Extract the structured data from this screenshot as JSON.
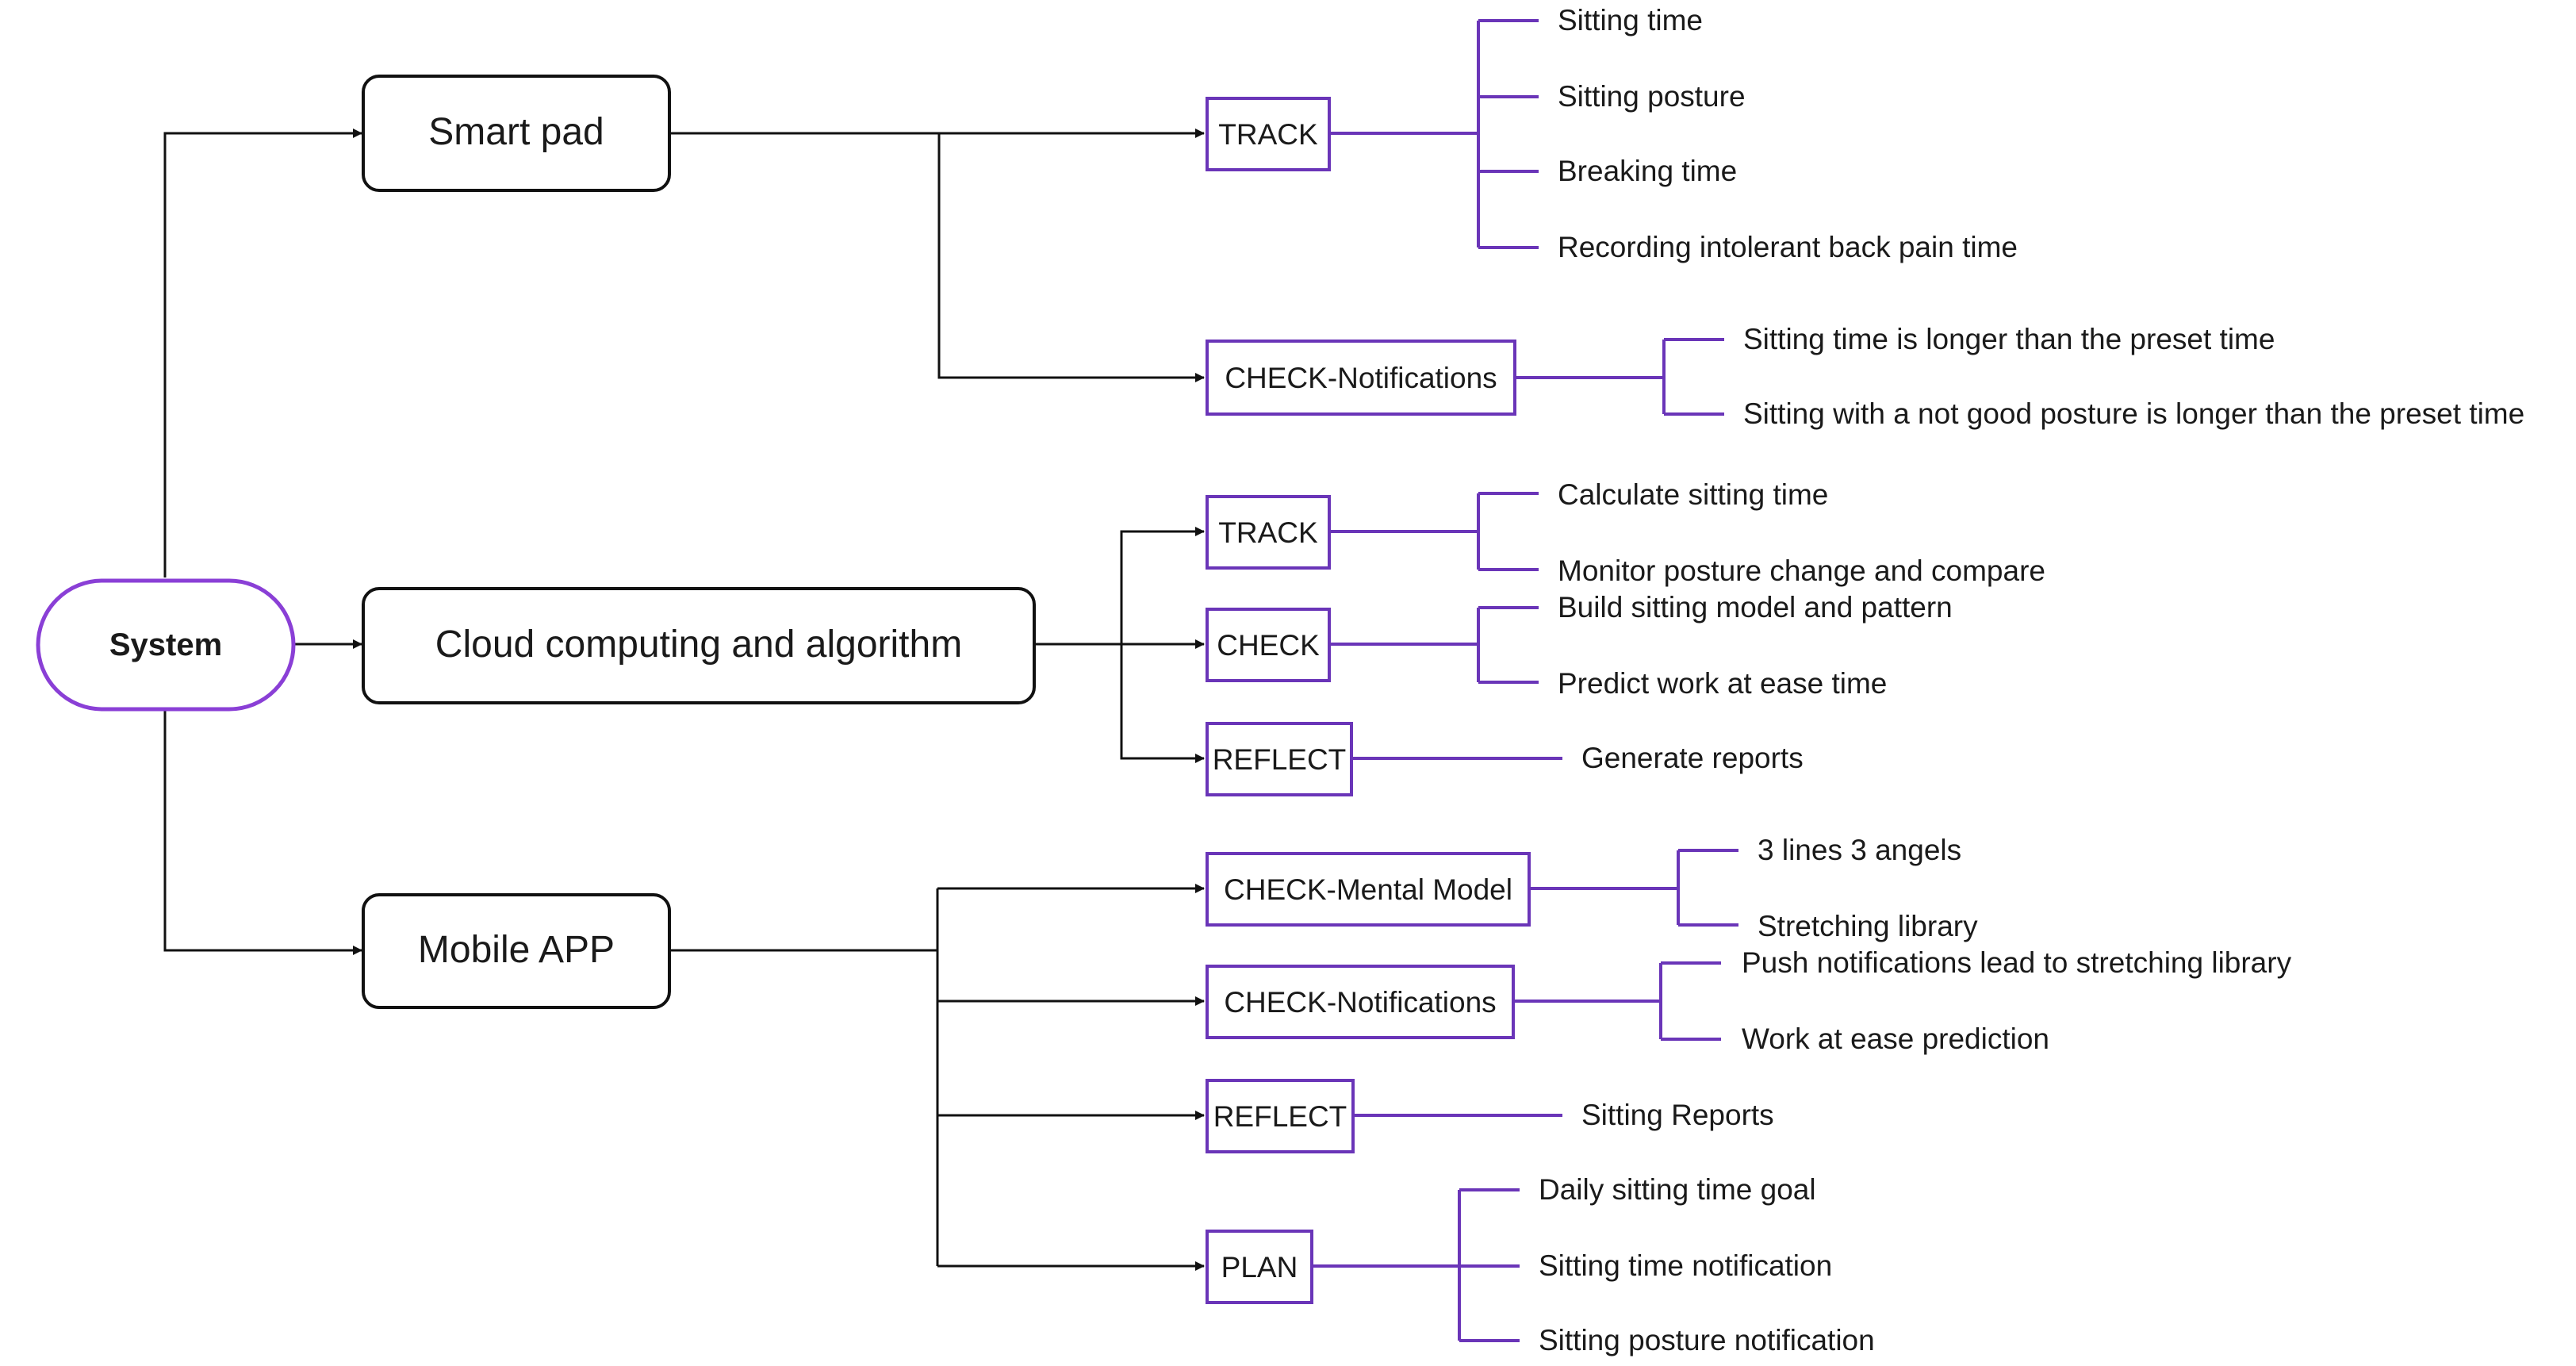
{
  "colors": {
    "accent": "#6a35b8",
    "root_border": "#8a3fd6",
    "line": "#111111",
    "text": "#1a1a1a"
  },
  "root": {
    "label": "System"
  },
  "branches": {
    "smart_pad": {
      "label": "Smart pad",
      "track": {
        "label": "TRACK",
        "items": [
          "Sitting time",
          "Sitting posture",
          "Breaking time",
          "Recording intolerant back pain time"
        ]
      },
      "check_notifications": {
        "label": "CHECK-Notifications",
        "items": [
          "Sitting time is longer than the preset time",
          "Sitting with a not good posture is longer than the preset time"
        ]
      }
    },
    "cloud": {
      "label": "Cloud computing and algorithm",
      "track": {
        "label": "TRACK",
        "items": [
          "Calculate sitting time",
          "Monitor posture change and compare"
        ]
      },
      "check": {
        "label": "CHECK",
        "items": [
          "Build sitting model and pattern",
          "Predict work at ease time"
        ]
      },
      "reflect": {
        "label": "REFLECT",
        "items": [
          "Generate reports"
        ]
      }
    },
    "mobile": {
      "label": "Mobile APP",
      "check_mental": {
        "label": "CHECK-Mental Model",
        "items": [
          "3 lines 3 angels",
          "Stretching library"
        ]
      },
      "check_notifications": {
        "label": "CHECK-Notifications",
        "items": [
          "Push notifications lead to stretching library",
          "Work at ease prediction"
        ]
      },
      "reflect": {
        "label": "REFLECT",
        "items": [
          "Sitting Reports"
        ]
      },
      "plan": {
        "label": "PLAN",
        "items": [
          "Daily sitting time goal",
          "Sitting time notification",
          "Sitting posture notification"
        ]
      }
    }
  }
}
